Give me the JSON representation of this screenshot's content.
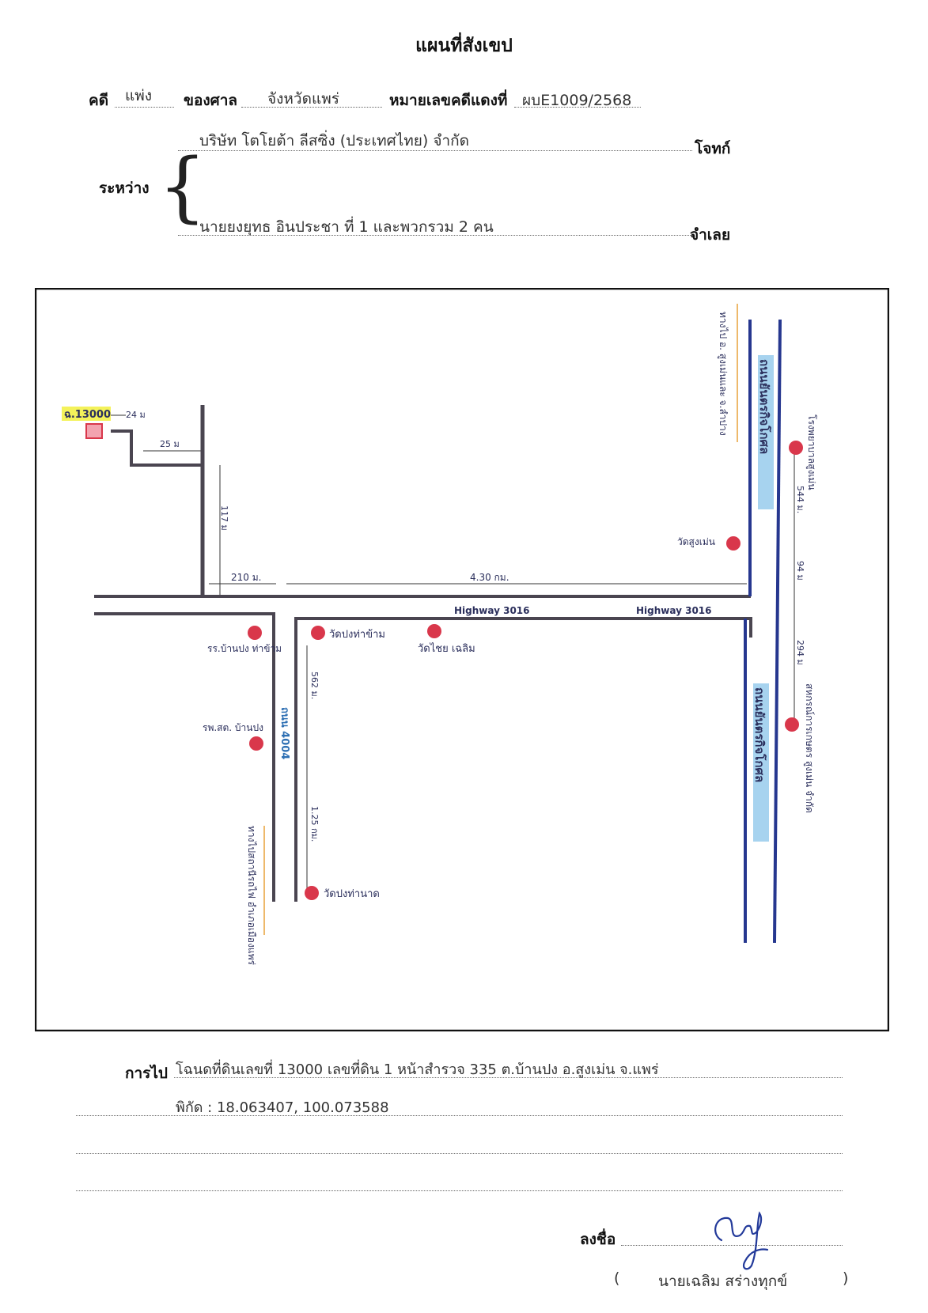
{
  "title": "แผนที่สังเขป",
  "case": {
    "label_case": "คดี",
    "case_type": "แพ่ง",
    "label_court": "ของศาล",
    "court": "จังหวัดแพร่",
    "label_redcase": "หมายเลขคดีแดงที่",
    "red_case_no": "ผบE1009/2568"
  },
  "parties": {
    "label_between": "ระหว่าง",
    "plaintiff": "บริษัท โตโยต้า ลีสซิ่ง (ประเทศไทย) จำกัด",
    "plaintiff_label": "โจทก์",
    "defendant": "นายยงยุทธ อินประชา ที่ 1 และพวกรวม 2 คน",
    "defendant_label": "จำเลย"
  },
  "map": {
    "deed_tag": "ฉ.13000",
    "dist_24m": "24 ม",
    "dist_25m": "25 ม",
    "dist_117m": "117 ม",
    "dist_210m": "210 ม.",
    "dist_4_30km": "4.30 กม.",
    "highway1": "Highway 3016",
    "highway2": "Highway 3016",
    "road_4004": "ถนน 4004",
    "road_main_top": "ถนนยันตรกิจโกศล",
    "road_main_bottom": "ถนนยันตรกิจโกศล",
    "to_north": "ทางไป อ. สูงเม่นและ จ.ลำปาง",
    "to_south": "ทางไปสถานีรถไฟ อำเภอเมืองแพร่",
    "school1": "รร.บ้านปง ท่าข้าม",
    "hospital": "รพ.สต. บ้านปง",
    "wat_pongthakham": "วัดปงท่าข้าม",
    "wat_chaichaloem": "วัดไชย เฉลิม",
    "wat_pongthanaat": "วัดปงท่านาด",
    "wat_sungmen": "วัดสูงเม่น",
    "school_right": "โรงพยาบาลสูงเม่น",
    "coop_right": "สหกรณ์การเกษตร สูงเม่น จำกัด",
    "dist_544m": "544 ม.",
    "dist_94m": "94 ม",
    "dist_294m": "294 ม",
    "dist_562m": "562 ม.",
    "dist_1_25km": "1.25 กม."
  },
  "directions": {
    "label_go": "การไป",
    "line1": "โฉนดที่ดินเลขที่ 13000 เลขที่ดิน 1 หน้าสำรวจ 335 ต.บ้านปง อ.สูงเม่น จ.แพร่",
    "line2": "พิกัด : 18.063407, 100.073588"
  },
  "signature": {
    "label_sign": "ลงชื่อ",
    "open_paren": "(",
    "name": "นายเฉลิม สร่างทุกข์",
    "close_paren": ")",
    "scribble": "Cauy"
  },
  "colors": {
    "road": "#4a4550",
    "main_road": "#26378f",
    "temple": "#d9374b",
    "highlight": "#f4f25a"
  }
}
